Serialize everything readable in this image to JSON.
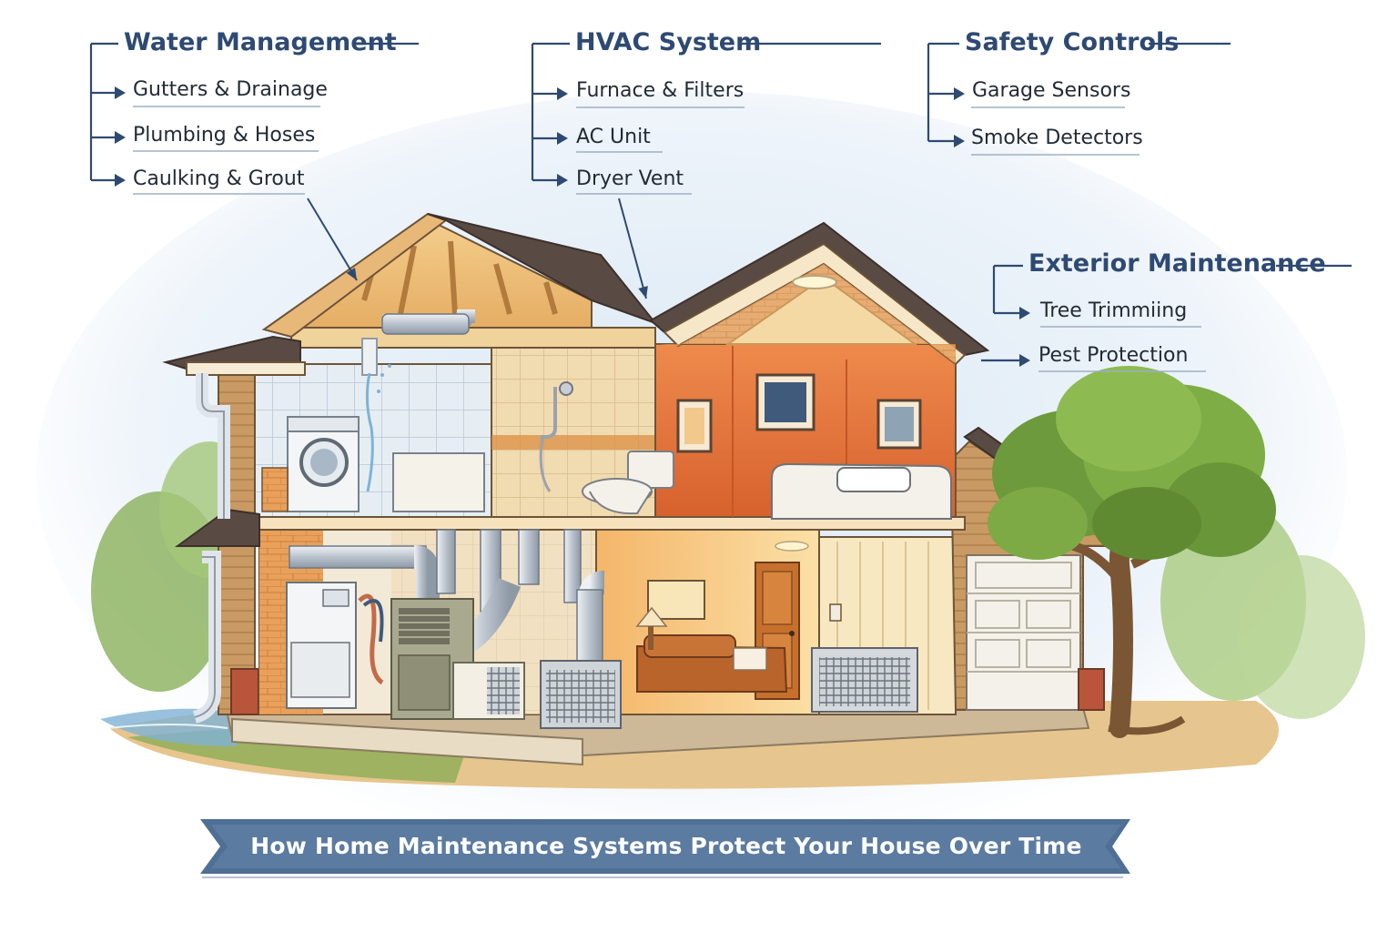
{
  "categories": {
    "water": {
      "title": "Water Management",
      "items": [
        "Gutters & Drainage",
        "Plumbing & Hoses",
        "Caulking & Grout"
      ]
    },
    "hvac": {
      "title": "HVAC System",
      "items": [
        "Furnace & Filters",
        "AC Unit",
        "Dryer Vent"
      ]
    },
    "safety": {
      "title": "Safety Controls",
      "items": [
        "Garage Sensors",
        "Smoke Detectors"
      ]
    },
    "exterior": {
      "title": "Exterior Maintenance",
      "items": [
        "Tree Trimmiing",
        "Pest Protection"
      ]
    }
  },
  "banner": {
    "text": "How Home Maintenance Systems Protect Your House Over Time"
  },
  "colors": {
    "accent_navy": "#2e4a73",
    "banner_blue": "#4f6f94",
    "wall_orange": "#e0703a",
    "roof_brown": "#5a4a44",
    "wood_tan": "#e8b878",
    "tree_green": "#6c9a3c"
  },
  "icons": [
    "arrow-right-icon",
    "pointer-arrow-icon"
  ]
}
